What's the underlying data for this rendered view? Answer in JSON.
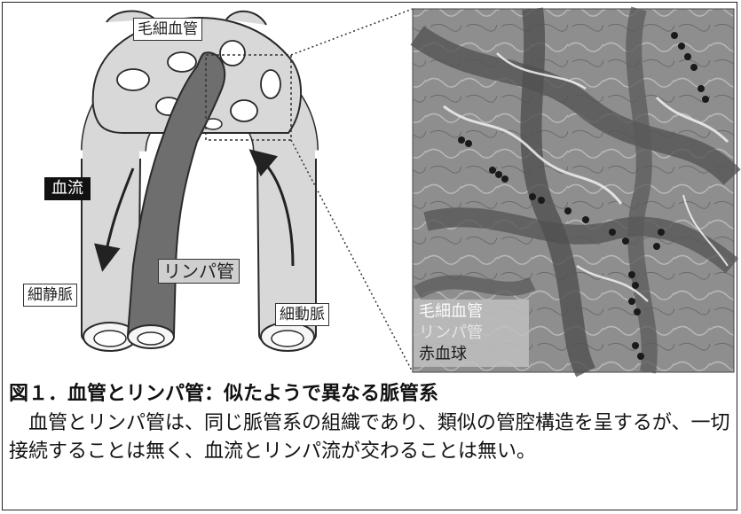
{
  "labels": {
    "capillary": "毛細血管",
    "blood_flow": "血流",
    "lymph_vessel": "リンパ管",
    "venule": "細静脈",
    "arteriole": "細動脈"
  },
  "micrograph_legend": {
    "capillary": "毛細血管",
    "lymph_vessel": "リンパ管",
    "red_blood_cell": "赤血球"
  },
  "caption": {
    "title": "図１．血管とリンパ管：似たようで異なる脈管系",
    "body": "　血管とリンパ管は、同じ脈管系の組織であり、類似の管腔構造を呈するが、一切接続することは無く、血流とリンパ流が交わることは無い。"
  },
  "colors": {
    "blood_vessel_fill": "#d8d8d8",
    "lymph_vessel_fill": "#6e6e6e",
    "outline": "#2a2a2a",
    "micrograph_background": "#8a8a8a"
  }
}
